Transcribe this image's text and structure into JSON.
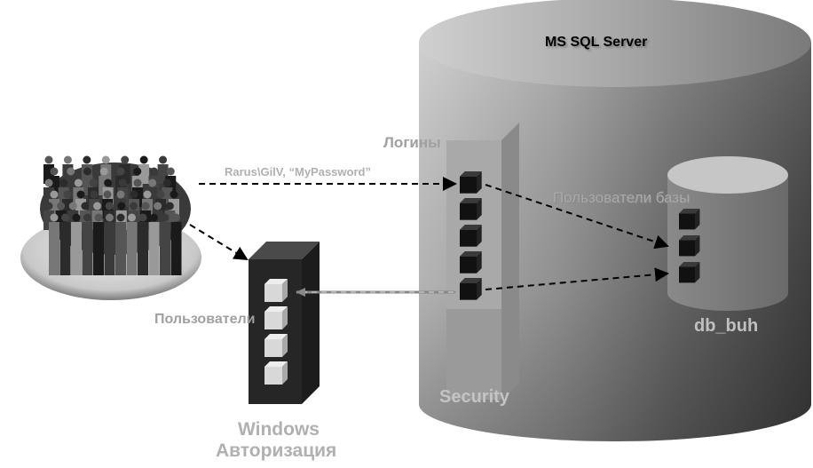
{
  "title": "MS SQL Server",
  "labels": {
    "logins": "Логины",
    "credentials": "Rarus\\GilV, “MyPassword”",
    "db_users": "Пользователи базы",
    "users": "Пользователи",
    "database": "db_buh",
    "security": "Security",
    "windows_line1": "Windows",
    "windows_line2": "Авторизация"
  },
  "colors": {
    "label_gray": "#a8a8a8",
    "cube_dark": "#141414",
    "cube_light": "#d8d8d8",
    "server_top": "#b4b4b4",
    "server_body_dark": "#4a4a4a",
    "windows_block": "#262626"
  },
  "counts": {
    "login_cubes": 5,
    "windows_cubes": 4,
    "db_user_cubes": 3
  }
}
